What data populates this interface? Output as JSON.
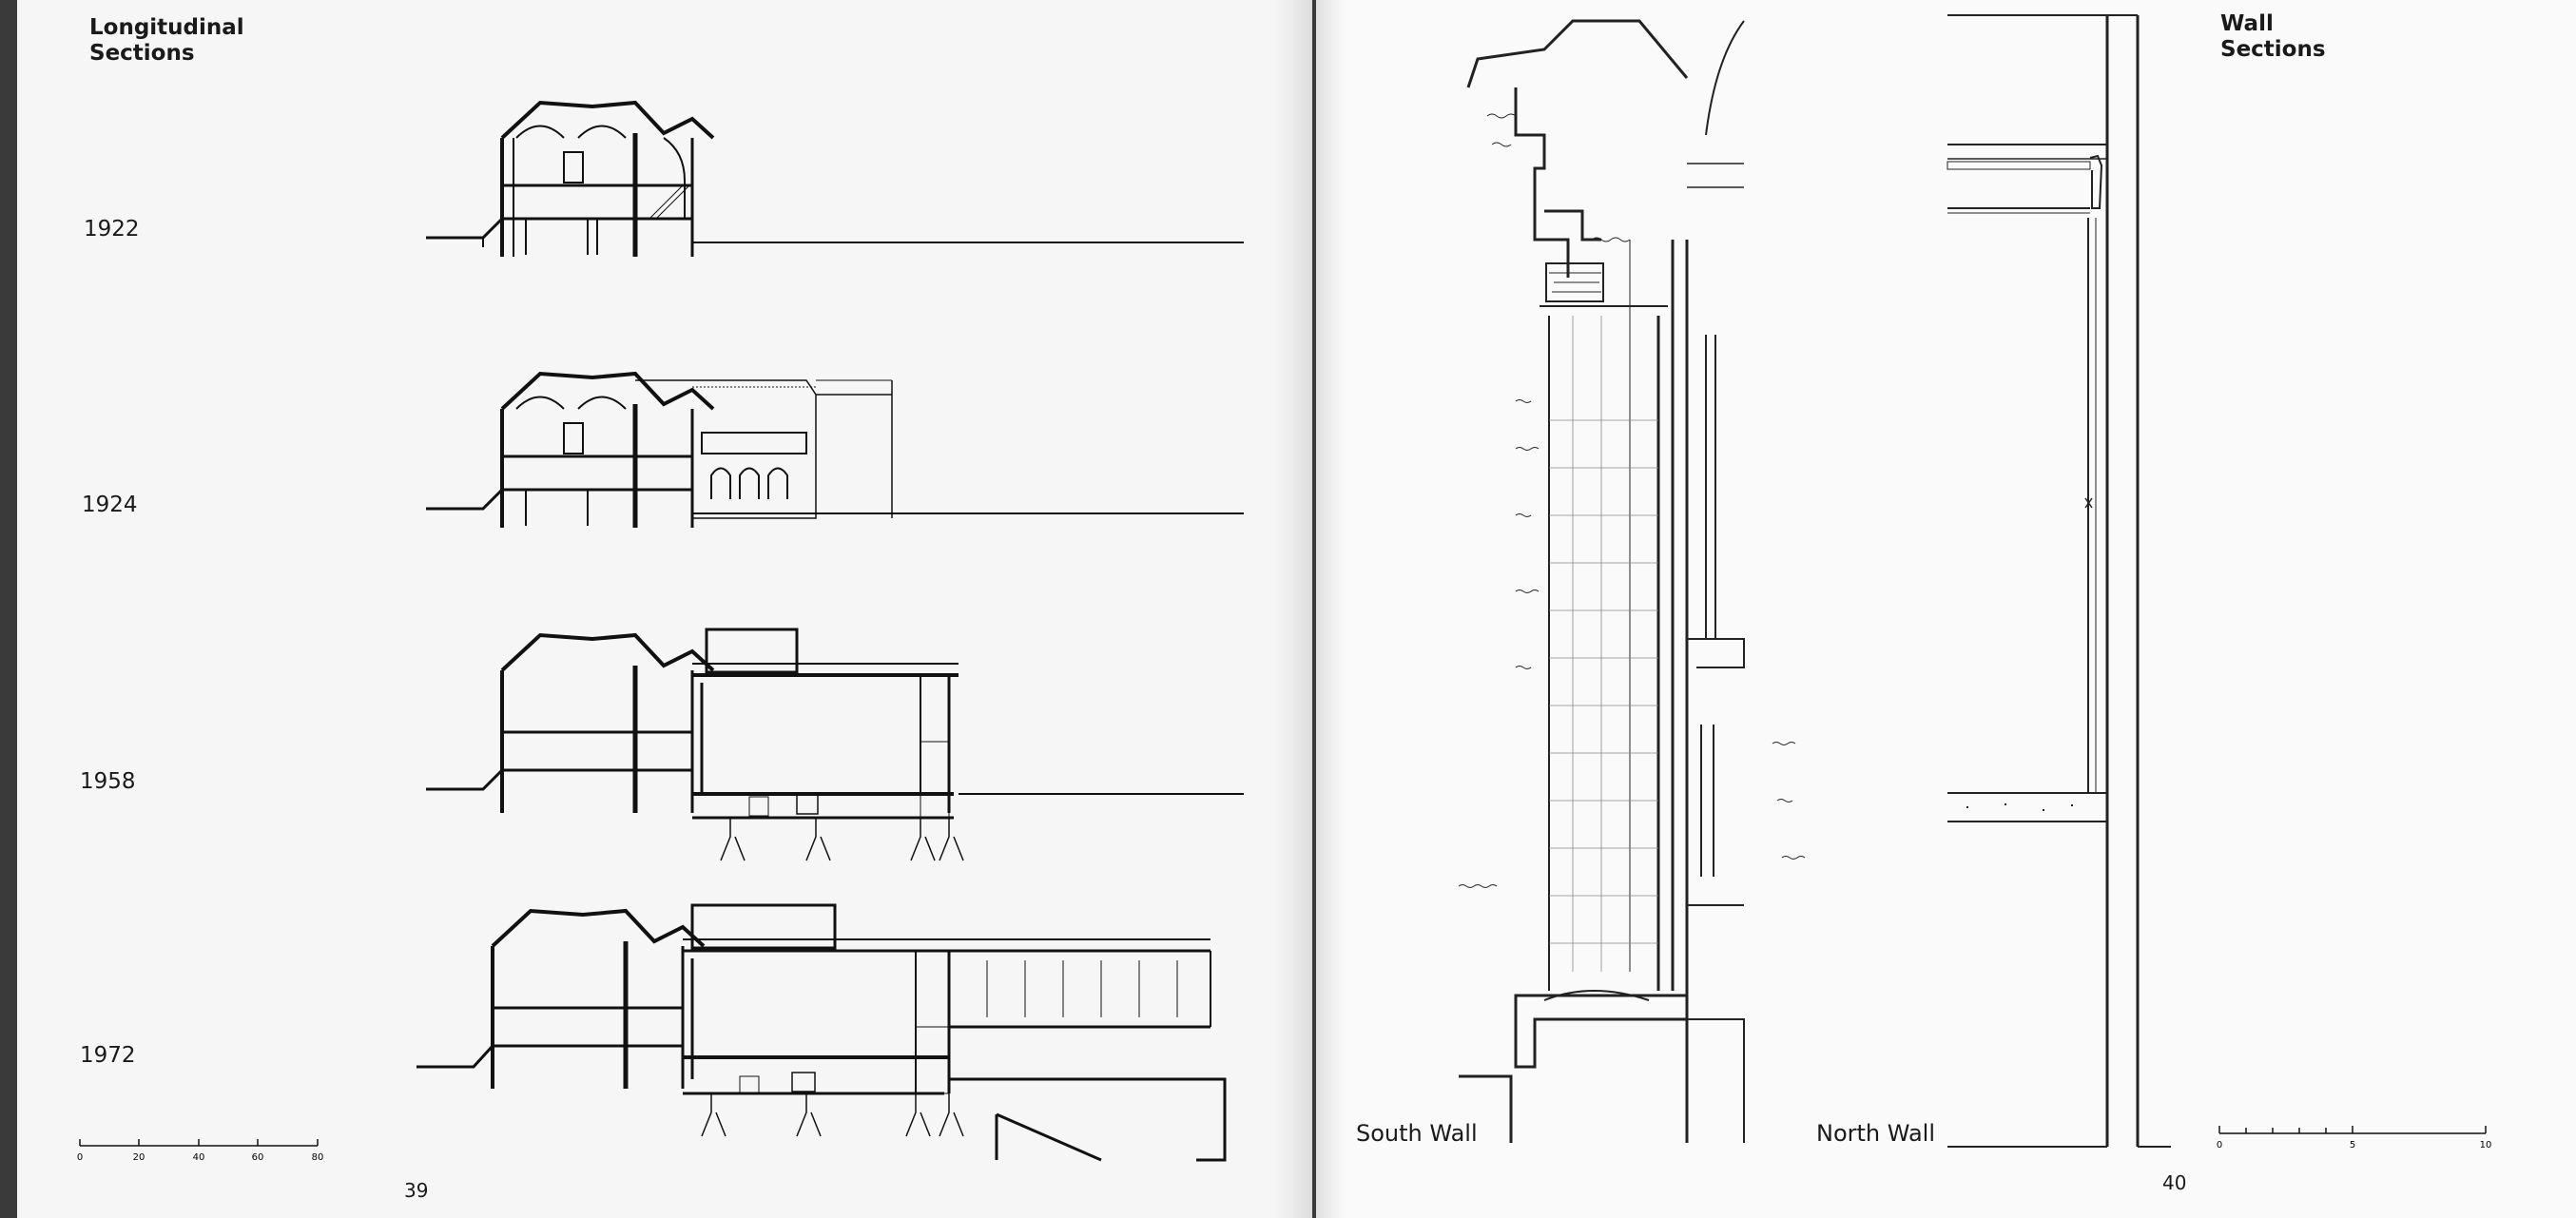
{
  "left_page": {
    "heading_lines": [
      "Longitudinal",
      "Sections"
    ],
    "years": [
      "1922",
      "1924",
      "1958",
      "1972"
    ],
    "scale_ticks": [
      "0",
      "20",
      "40",
      "60",
      "80"
    ],
    "page_number": "39"
  },
  "right_page": {
    "heading_lines": [
      "Wall",
      "Sections"
    ],
    "labels": {
      "south": "South Wall",
      "north": "North Wall"
    },
    "scale_ticks": [
      "0",
      "5",
      "10"
    ],
    "page_number": "40"
  }
}
